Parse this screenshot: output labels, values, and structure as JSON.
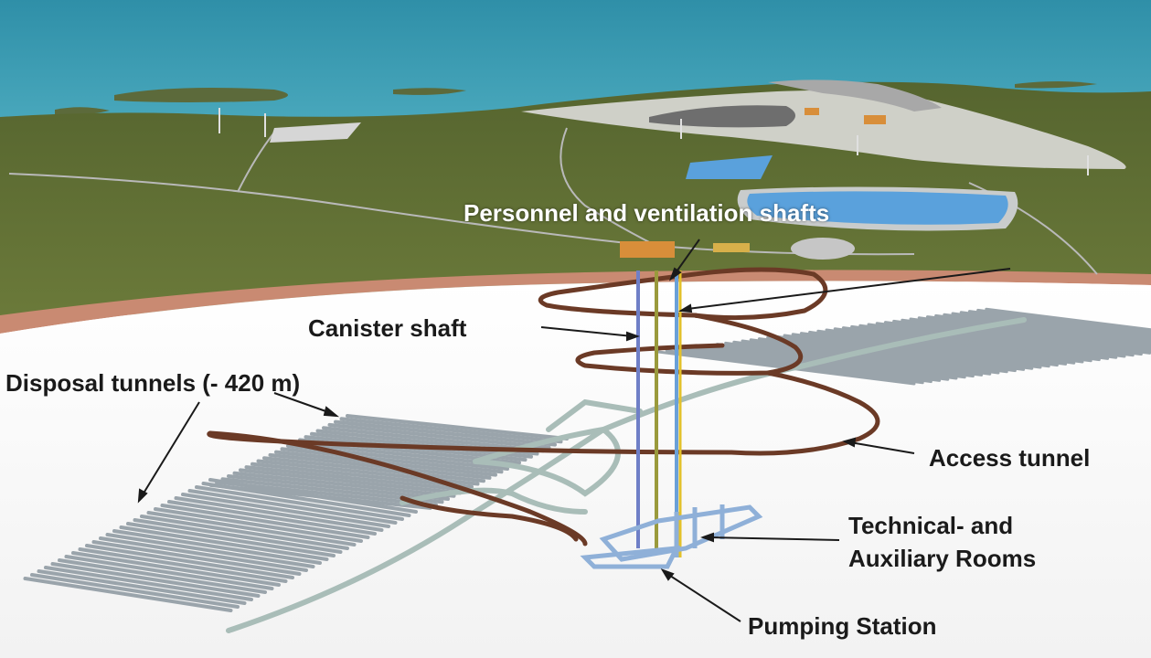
{
  "colors": {
    "sea": "#3d9fb6",
    "island": "#5e6b3c",
    "forest": "#5f6d35",
    "rock_edge": "#c98a72",
    "access_tunnel": "#6b3a26",
    "disposal_tunnel": "#9aa4ab",
    "central_tunnel": "#a9bdb8",
    "rooms": "#8fb0d8",
    "shaft_canister": "#6f7fc7",
    "shaft_personnel": "#9a9a3c",
    "shaft_ventilation": "#e3c12a",
    "shaft_blue": "#6aa0d8"
  },
  "labels": {
    "personnel_shafts": "Personnel and ventilation shafts",
    "canister_shaft": "Canister shaft",
    "disposal_tunnels": "Disposal tunnels (- 420 m)",
    "access_tunnel": "Access tunnel",
    "technical_rooms_line1": "Technical- and",
    "technical_rooms_line2": "Auxiliary Rooms",
    "pumping_station": "Pumping Station"
  }
}
